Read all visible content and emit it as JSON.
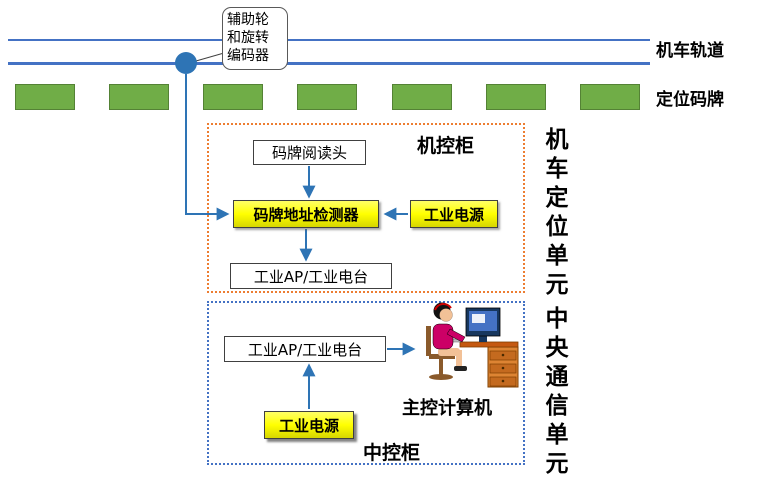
{
  "track": {
    "label": "机车轨道"
  },
  "plates": {
    "label": "定位码牌",
    "count": 7
  },
  "encoder": {
    "callout": "辅助轮\n和旋转\n编码器"
  },
  "machine_cabinet": {
    "title": "机控柜",
    "reader_label": "码牌阅读头",
    "detector_label": "码牌地址检测器",
    "power_label": "工业电源",
    "ap_label": "工业AP/工业电台"
  },
  "central_cabinet": {
    "title": "中控柜",
    "ap_label": "工业AP/工业电台",
    "power_label": "工业电源",
    "computer_label": "主控计算机"
  },
  "side_labels": {
    "positioning_unit": "机车定位单元",
    "communication_unit": "中央通信单元"
  },
  "icons": {
    "encoder_wheel": "encoder-wheel-circle",
    "operator": "operator-at-computer-clipart"
  },
  "colors": {
    "track_blue": "#4472C4",
    "arrow_blue": "#2E74B5",
    "plate_green": "#70AD47",
    "box_yellow": "#FFFF00",
    "cabinet_orange": "#ED7D31",
    "cabinet_blue": "#4472C4"
  }
}
